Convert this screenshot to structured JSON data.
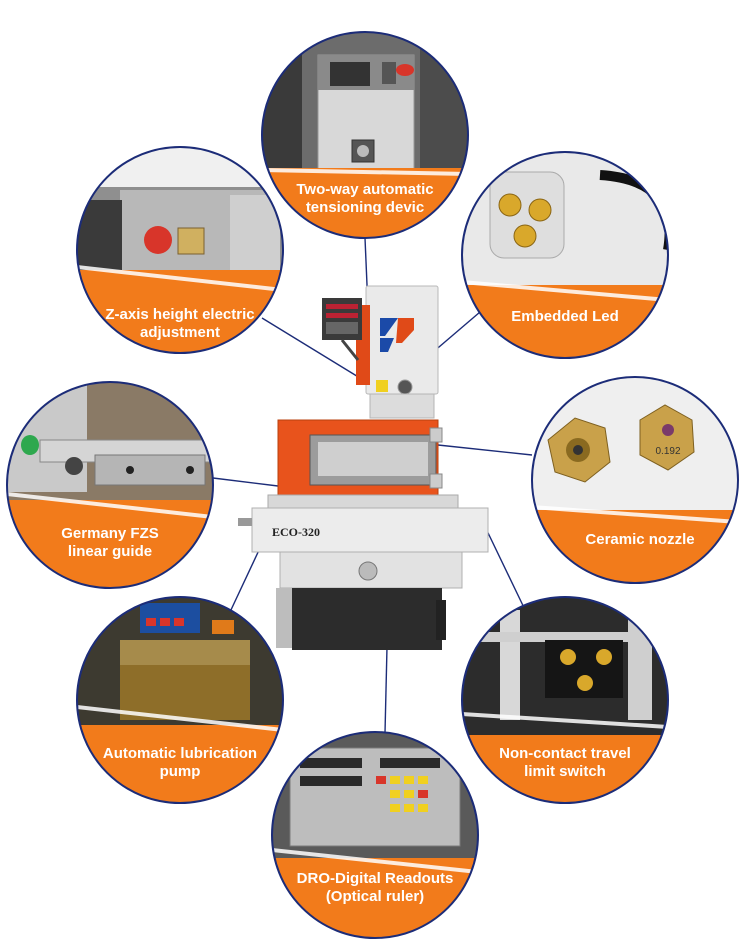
{
  "colors": {
    "accent": "#f27b1b",
    "ring": "#1c2c78",
    "leader_line": "#1c2c78",
    "machine_body": "#e8e8e8",
    "machine_orange": "#e8531c"
  },
  "machine": {
    "model_label": "ECO-320"
  },
  "features": [
    {
      "id": "tensioning",
      "lines": [
        "Two-way automatic",
        "tensioning devic"
      ]
    },
    {
      "id": "z-axis",
      "lines": [
        "Z-axis height electric",
        "adjustment"
      ]
    },
    {
      "id": "embedded-led",
      "lines": [
        "Embedded Led"
      ]
    },
    {
      "id": "linear-guide",
      "lines": [
        "Germany FZS",
        "linear guide"
      ]
    },
    {
      "id": "ceramic-nozzle",
      "lines": [
        "Ceramic nozzle"
      ]
    },
    {
      "id": "lubrication",
      "lines": [
        "Automatic lubrication",
        "pump"
      ]
    },
    {
      "id": "travel-limit",
      "lines": [
        "Non-contact travel",
        "limit switch"
      ]
    },
    {
      "id": "dro",
      "lines": [
        "DRO-Digital Readouts",
        "(Optical ruler)"
      ]
    }
  ],
  "nozzle_marking": "0.192"
}
